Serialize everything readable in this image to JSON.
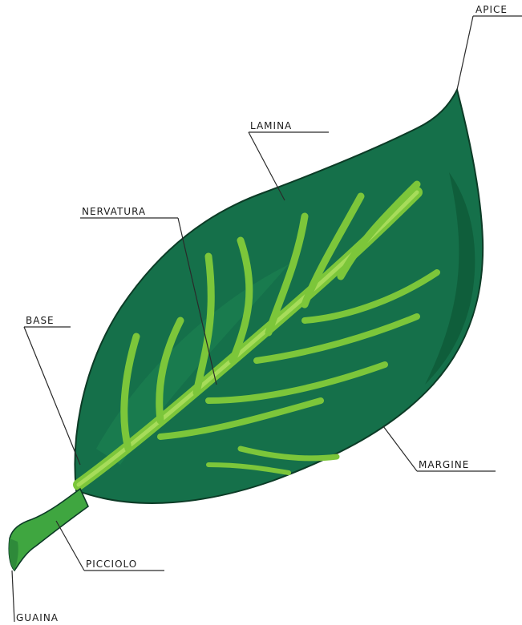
{
  "diagram": {
    "labels": {
      "apice": "APICE",
      "lamina": "LAMINA",
      "nervatura": "NERVATURA",
      "base": "BASE",
      "margine": "MARGINE",
      "picciolo": "PICCIOLO",
      "guaina": "GUAINA"
    },
    "colors": {
      "leaf_dark": "#15704a",
      "leaf_mid": "#1f8a55",
      "veins": "#7cc63a",
      "veins_light": "#a6dc5a",
      "petiole": "#3fa640",
      "outline": "#0c3b26",
      "ink": "#1a1a1a"
    }
  }
}
